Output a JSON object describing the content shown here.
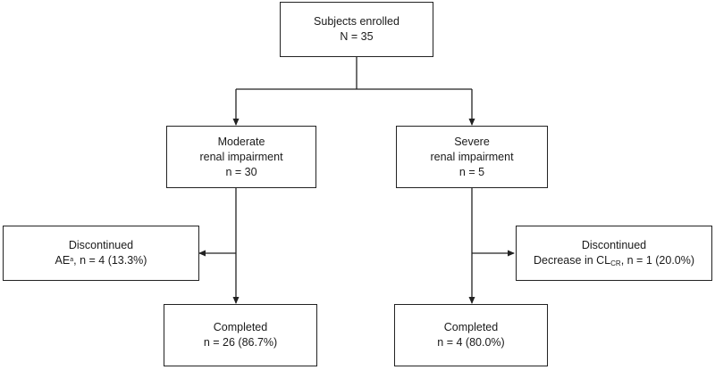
{
  "enrolled": {
    "title": "Subjects enrolled",
    "count": "N = 35"
  },
  "moderate": {
    "line1": "Moderate",
    "line2": "renal impairment",
    "count": "n = 30",
    "discontinued": {
      "title": "Discontinued",
      "reason_prefix": "AE",
      "reason_superscript": "a",
      "reason_suffix": ", n = 4 (13.3%)"
    },
    "completed": {
      "title": "Completed",
      "count": "n = 26 (86.7%)"
    }
  },
  "severe": {
    "line1": "Severe",
    "line2": "renal impairment",
    "count": "n = 5",
    "discontinued": {
      "title": "Discontinued",
      "reason_prefix": "Decrease in CL",
      "reason_subscript": "CR",
      "reason_suffix": ", n = 1 (20.0%)"
    },
    "completed": {
      "title": "Completed",
      "count": "n = 4 (80.0%)"
    }
  }
}
